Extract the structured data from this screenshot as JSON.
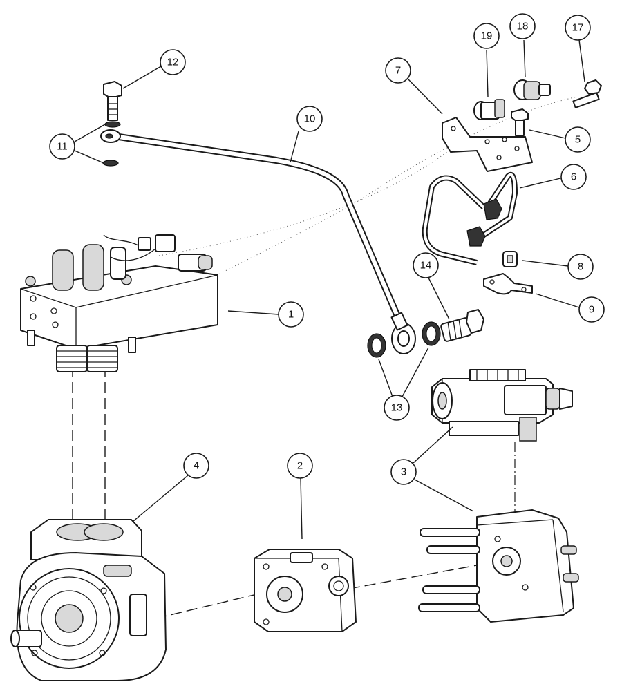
{
  "diagram": {
    "callouts": [
      {
        "id": "c1",
        "label": "1"
      },
      {
        "id": "c2",
        "label": "2"
      },
      {
        "id": "c3",
        "label": "3"
      },
      {
        "id": "c4",
        "label": "4"
      },
      {
        "id": "c5",
        "label": "5"
      },
      {
        "id": "c6",
        "label": "6"
      },
      {
        "id": "c7",
        "label": "7"
      },
      {
        "id": "c8",
        "label": "8"
      },
      {
        "id": "c9",
        "label": "9"
      },
      {
        "id": "c10",
        "label": "10"
      },
      {
        "id": "c11",
        "label": "11"
      },
      {
        "id": "c12",
        "label": "12"
      },
      {
        "id": "c13",
        "label": "13"
      },
      {
        "id": "c14",
        "label": "14"
      },
      {
        "id": "c17",
        "label": "17"
      },
      {
        "id": "c18",
        "label": "18"
      },
      {
        "id": "c19",
        "label": "19"
      }
    ]
  }
}
